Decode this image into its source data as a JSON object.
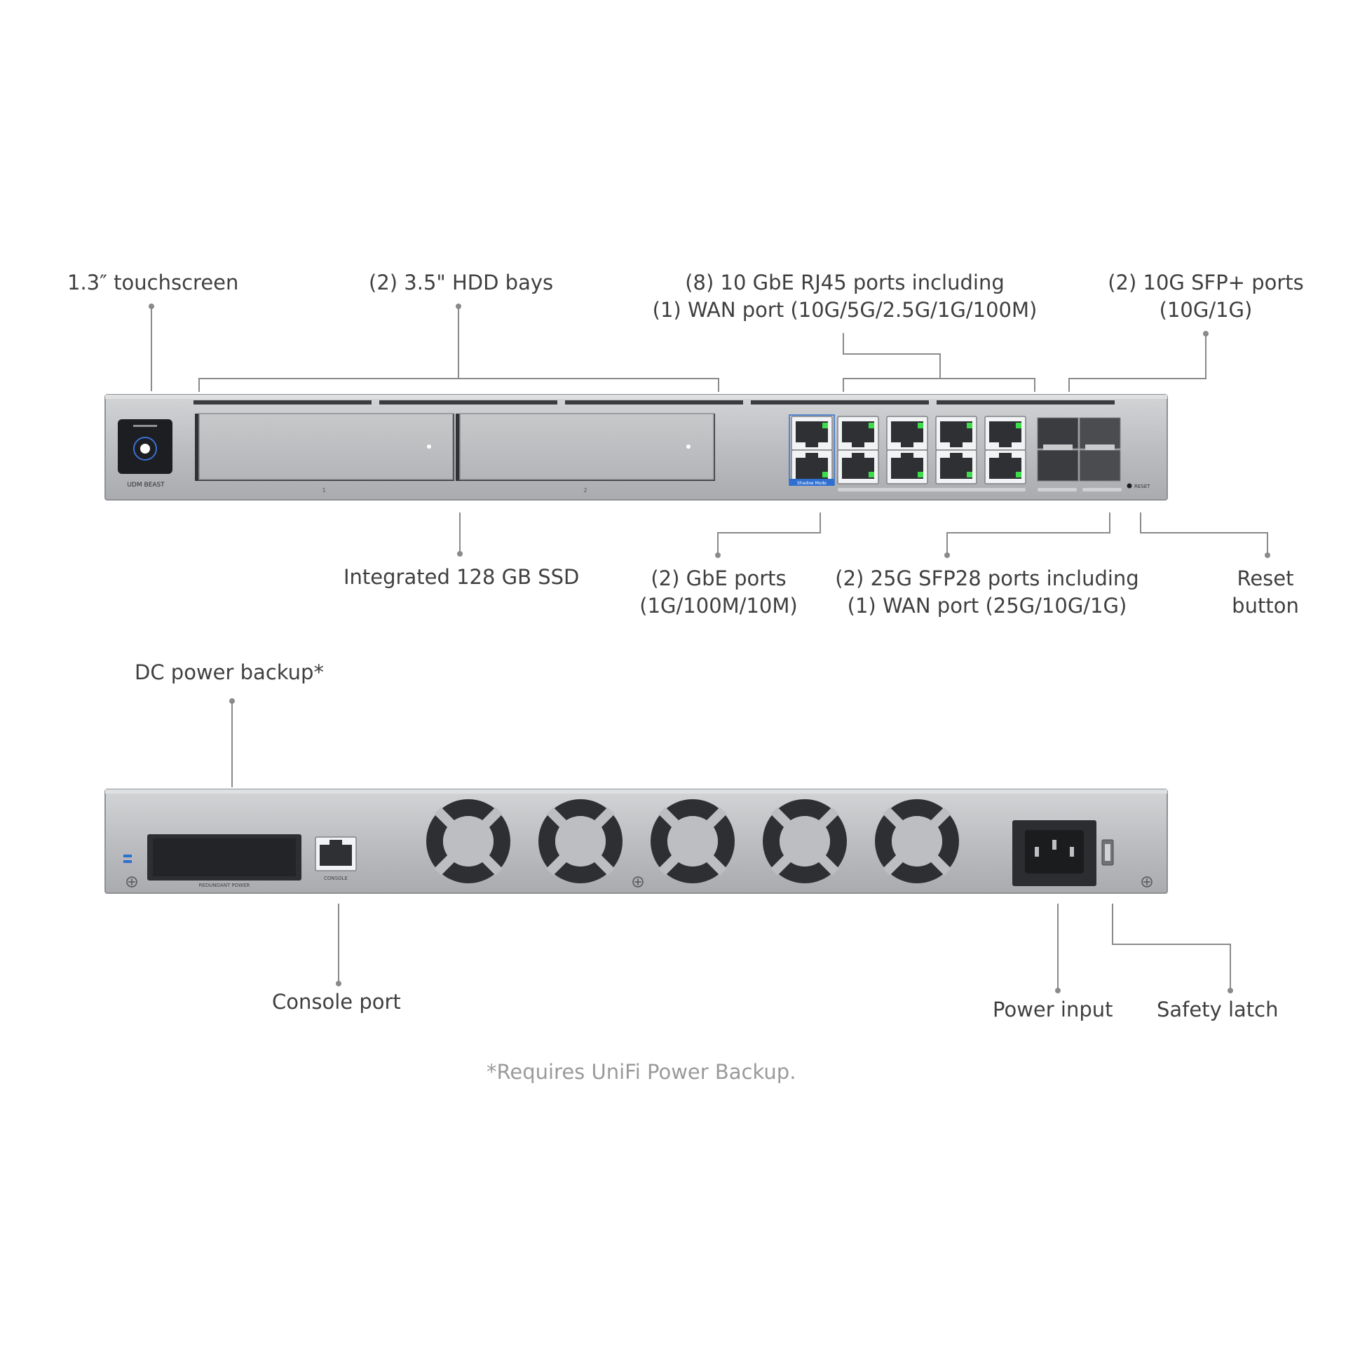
{
  "callouts": {
    "touchscreen": "1.3″ touchscreen",
    "hdd_bays": "(2) 3.5\" HDD bays",
    "rj45_ports": [
      "(8) 10 GbE RJ45 ports including",
      "(1) WAN port (10G/5G/2.5G/1G/100M)"
    ],
    "sfp_plus_ports": [
      "(2) 10G SFP+ ports",
      "(10G/1G)"
    ],
    "ssd": "Integrated 128 GB SSD",
    "gbe_ports": [
      "(2) GbE ports",
      "(1G/100M/10M)"
    ],
    "sfp28_ports": [
      "(2) 25G SFP28 ports including",
      "(1) WAN port (25G/10G/1G)"
    ],
    "reset_button": [
      "Reset",
      "button"
    ],
    "dc_power_backup": "DC power backup*",
    "console_port": "Console port",
    "power_input": "Power input",
    "safety_latch": "Safety latch"
  },
  "footnote": "*Requires UniFi Power Backup.",
  "device_markings": {
    "model": "UDM BEAST",
    "bay_1": "1",
    "bay_2": "2",
    "reset": "RESET",
    "console": "CONSOLE",
    "redundant_power": "REDUNDANT POWER",
    "gbe_badge": "Shadow Mode"
  },
  "colors": {
    "label_text": "#3f3f3f",
    "footnote_text": "#9a9a9a",
    "leader_line": "#8a8a8a",
    "chassis": "#b9bbbd",
    "port_led": "#3ddc4a",
    "accent_blue": "#2f6fd0"
  }
}
